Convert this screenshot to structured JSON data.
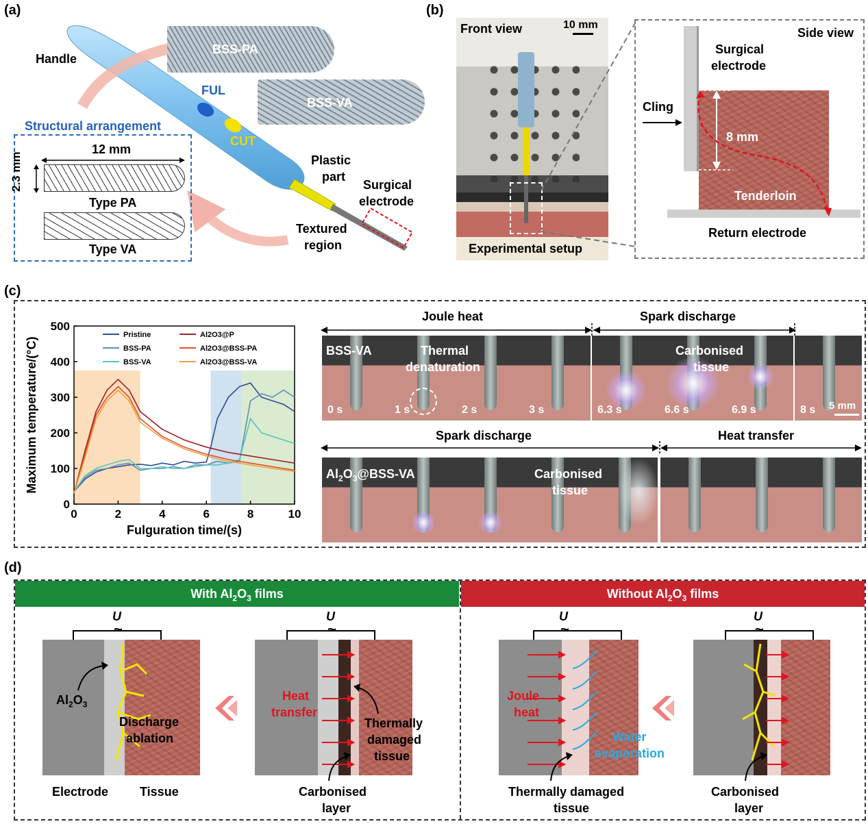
{
  "panel_a": {
    "letter": "(a)",
    "handle": "Handle",
    "bss_pa": "BSS-PA",
    "bss_va": "BSS-VA",
    "ful": "FUL",
    "cut": "CUT",
    "structural_arrangement": "Structural arrangement",
    "length": "12 mm",
    "width": "2.3 mm",
    "type_pa": "Type PA",
    "type_va": "Type VA",
    "plastic_part": [
      "Plastic",
      "part"
    ],
    "surgical_electrode": [
      "Surgical",
      "electrode"
    ],
    "textured_region": [
      "Textured",
      "region"
    ]
  },
  "panel_b": {
    "letter": "(b)",
    "front_view": "Front view",
    "scale": "10 mm",
    "experimental_setup": "Experimental setup",
    "side_view": "Side view",
    "surgical_electrode": [
      "Surgical",
      "electrode"
    ],
    "cling": "Cling",
    "depth": "8 mm",
    "tenderloin": "Tenderloin",
    "return_electrode": "Return electrode"
  },
  "panel_c": {
    "letter": "(c)",
    "joule_heat": "Joule heat",
    "spark_discharge_1": "Spark discharge",
    "spark_discharge_2": "Spark discharge",
    "heat_transfer": "Heat transfer",
    "row1_label": "BSS-VA",
    "thermal_denaturation": [
      "Thermal",
      "denaturation"
    ],
    "carbonised_tissue_1": [
      "Carbonised",
      "tissue"
    ],
    "carbonised_tissue_2": [
      "Carbonised",
      "tissue"
    ],
    "row2_label_main": "Al",
    "row2_label_sub1": "2",
    "row2_label_mid": "O",
    "row2_label_sub2": "3",
    "row2_label_tail": "@BSS-VA",
    "scale": "5 mm",
    "row1_times": [
      "0 s",
      "1 s",
      "2 s",
      "3 s",
      "6.3 s",
      "6.6 s",
      "6.9 s",
      "8 s"
    ]
  },
  "chart_data": {
    "type": "line",
    "xlabel": "Fulguration time/(s)",
    "ylabel": "Maximum temperature/(°C)",
    "xlim": [
      0,
      10
    ],
    "ylim": [
      0,
      500
    ],
    "xticks": [
      "0",
      "2",
      "4",
      "6",
      "8",
      "10"
    ],
    "yticks": [
      "0",
      "100",
      "200",
      "300",
      "400",
      "500"
    ],
    "legend_position": "top",
    "series": [
      {
        "name": "Pristine",
        "color": "#2b4c9a",
        "x": [
          0,
          0.5,
          1,
          1.5,
          2,
          2.5,
          3,
          3.5,
          4,
          4.5,
          5,
          5.5,
          6,
          6.2,
          6.5,
          7,
          7.5,
          8,
          8.5,
          9,
          9.5,
          10
        ],
        "y": [
          35,
          70,
          90,
          100,
          105,
          110,
          112,
          108,
          115,
          110,
          120,
          115,
          118,
          160,
          240,
          300,
          330,
          340,
          300,
          290,
          280,
          260
        ]
      },
      {
        "name": "BSS-PA",
        "color": "#5c8fb5",
        "x": [
          0,
          0.5,
          1,
          1.5,
          2,
          2.5,
          3,
          3.5,
          4,
          4.5,
          5,
          5.5,
          6,
          6.5,
          7,
          7.5,
          8,
          8.5,
          9,
          9.5,
          10
        ],
        "y": [
          35,
          75,
          95,
          100,
          110,
          115,
          95,
          100,
          100,
          105,
          100,
          110,
          110,
          120,
          115,
          120,
          290,
          310,
          300,
          320,
          300
        ]
      },
      {
        "name": "BSS-VA",
        "color": "#54c4c0",
        "x": [
          0,
          0.5,
          1,
          1.5,
          2,
          2.5,
          3,
          3.5,
          4,
          4.5,
          5,
          5.5,
          6,
          6.5,
          7,
          7.5,
          8,
          8.5,
          9,
          9.5,
          10
        ],
        "y": [
          35,
          80,
          100,
          110,
          120,
          125,
          100,
          100,
          105,
          100,
          100,
          105,
          110,
          110,
          115,
          125,
          240,
          200,
          190,
          180,
          170
        ]
      },
      {
        "name": "Al2O3@P",
        "color": "#a0202c",
        "x": [
          0,
          0.5,
          1,
          1.5,
          2,
          2.5,
          3,
          4,
          5,
          6,
          7,
          8,
          9,
          10
        ],
        "y": [
          30,
          150,
          260,
          320,
          350,
          320,
          260,
          210,
          180,
          160,
          145,
          135,
          125,
          115
        ]
      },
      {
        "name": "Al2O3@BSS-PA",
        "color": "#e0502a",
        "x": [
          0,
          0.5,
          1,
          1.5,
          2,
          2.5,
          3,
          4,
          5,
          6,
          7,
          8,
          9,
          10
        ],
        "y": [
          30,
          140,
          250,
          300,
          330,
          300,
          240,
          190,
          160,
          140,
          125,
          115,
          105,
          95
        ]
      },
      {
        "name": "Al2O3@BSS-VA",
        "color": "#f0a040",
        "x": [
          0,
          0.5,
          1,
          1.5,
          2,
          2.5,
          3,
          4,
          5,
          6,
          7,
          8,
          9,
          10
        ],
        "y": [
          30,
          130,
          240,
          290,
          320,
          290,
          230,
          185,
          155,
          135,
          120,
          110,
          100,
          92
        ]
      }
    ],
    "shaded_regions": [
      {
        "x": [
          0,
          3
        ],
        "color": "#fbd8b0"
      },
      {
        "x": [
          6.2,
          7.6
        ],
        "color": "#c8dcec"
      },
      {
        "x": [
          7.6,
          10
        ],
        "color": "#d4e8c8"
      }
    ]
  },
  "panel_d": {
    "letter": "(d)",
    "with_films_pre": "With Al",
    "with_films_sub": "2",
    "with_films_mid": "O",
    "with_films_sub2": "3",
    "with_films_post": " films",
    "without_films_pre": "Without Al",
    "without_films_post": " films",
    "u": "U",
    "tilde": "~",
    "al2o3_pre": "Al",
    "al2o3_mid": "O",
    "discharge_ablation": [
      "Discharge",
      "ablation"
    ],
    "heat_transfer": [
      "Heat",
      "transfer"
    ],
    "thermally_damaged_tissue": [
      "Thermally",
      "damaged",
      "tissue"
    ],
    "electrode": "Electrode",
    "tissue": "Tissue",
    "carbonised_layer_1": [
      "Carbonised",
      "layer"
    ],
    "joule_heat": [
      "Joule",
      "heat"
    ],
    "water_evaporation": [
      "Water",
      "evaporation"
    ],
    "thermally_damaged_tissue_2": [
      "Thermally damaged",
      "tissue"
    ],
    "carbonised_layer_2": [
      "Carbonised",
      "layer"
    ]
  }
}
